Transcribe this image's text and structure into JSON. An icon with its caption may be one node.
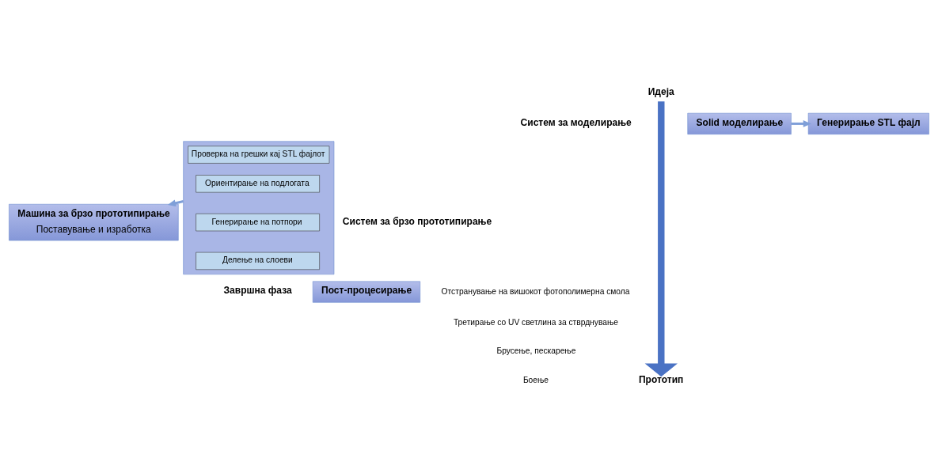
{
  "diagram": {
    "nodes": [
      {
        "text": [
          "Идеја"
        ]
      },
      {
        "text": [
          "Прототип"
        ]
      },
      {
        "text": [
          "Solid моделирање"
        ]
      },
      {
        "text": [
          "Генерирање STL фајл"
        ]
      },
      {
        "text": [],
        "shape": "box"
      },
      {
        "text": [
          "Проверка на грешки кај STL фајлот"
        ],
        "in": 4
      },
      {
        "text": [
          "Ориентирање на подлогата"
        ],
        "in": 4
      },
      {
        "text": [
          "Генерирање на потпори"
        ],
        "in": 4
      },
      {
        "text": [
          "Делење на слоеви"
        ],
        "in": 4
      },
      {
        "text": [
          "Машина за брзо прототипирање",
          "Поставување и изработка"
        ]
      },
      {
        "text": [
          "Пост-процесирање"
        ]
      }
    ],
    "edges": [
      {
        "from": 0,
        "to": 1,
        "arrow": "to",
        "style": "thick",
        "color": "#4a72c4"
      },
      {
        "from": 2,
        "to": 3,
        "arrow": "to"
      },
      {
        "from": 4,
        "to": 9,
        "arrow": "to"
      }
    ],
    "labels": [
      "Систем за моделирање",
      "Систем за брзо прототипирање",
      "Завршна фаза",
      "Отстранување на вишокот фотополимерна смола",
      "Третирање со UV светлина за стврднување",
      "Брусење, пескарење",
      "Боење"
    ]
  }
}
